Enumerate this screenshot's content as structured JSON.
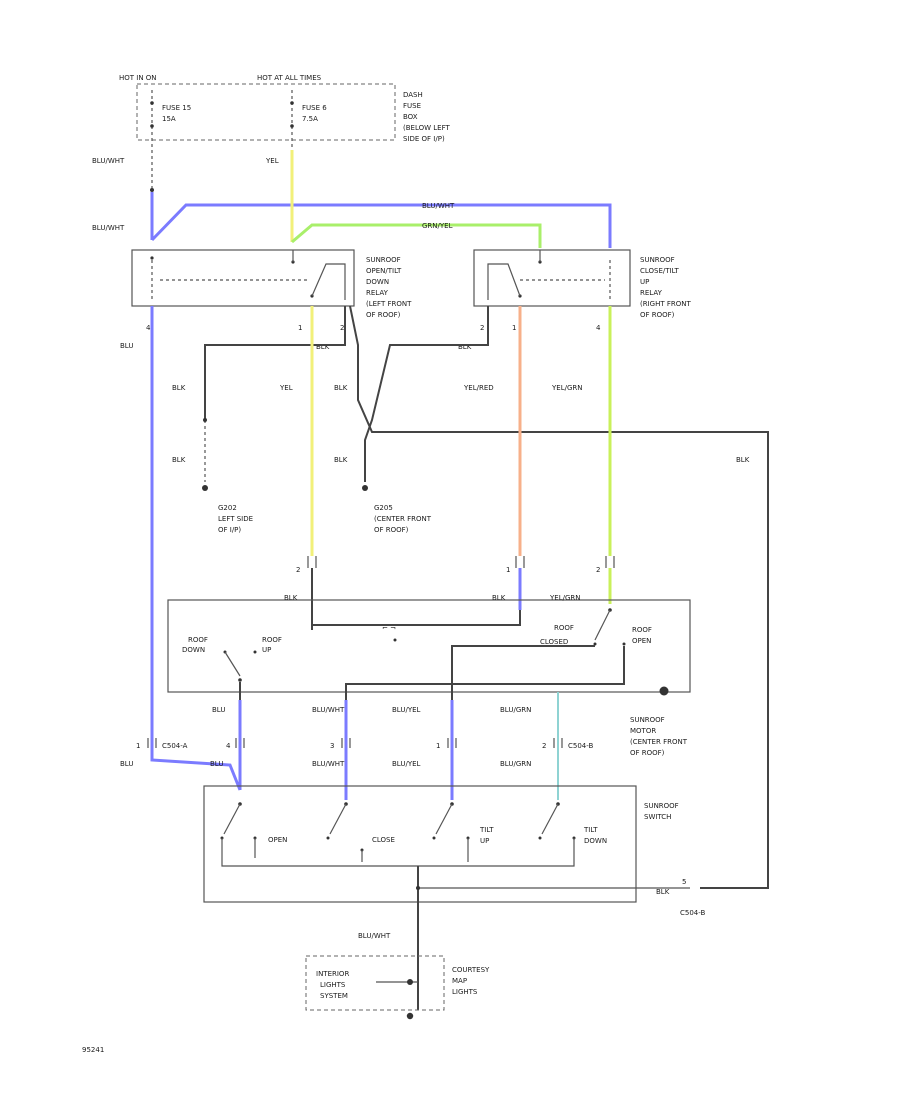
{
  "labels": {
    "hot_in_on": "HOT IN ON",
    "hot_at_all_times": "HOT AT ALL TIMES",
    "fuse_15": "FUSE 15",
    "fuse_15_amp": "15A",
    "fuse_6": "FUSE 6",
    "fuse_6_amp": "7.5A",
    "fuse_box_1": "DASH",
    "fuse_box_2": "FUSE",
    "fuse_box_3": "BOX",
    "fuse_box_4": "(BELOW LEFT",
    "fuse_box_5": "SIDE OF I/P)",
    "blu_wht_1": "BLU/WHT",
    "yel_1": "YEL",
    "blu_wht_2": "BLU/WHT",
    "blu_wht_top": "BLU/WHT",
    "grn_yel_top": "GRN/YEL",
    "relay_left_1": "SUNROOF",
    "relay_left_2": "OPEN/TILT",
    "relay_left_3": "DOWN",
    "relay_left_4": "RELAY",
    "relay_left_5": "(LEFT FRONT",
    "relay_left_6": "OF ROOF)",
    "relay_right_1": "SUNROOF",
    "relay_right_2": "CLOSE/TILT",
    "relay_right_3": "UP",
    "relay_right_4": "RELAY",
    "relay_right_5": "(RIGHT FRONT",
    "relay_right_6": "OF ROOF)",
    "pin_4_a": "4",
    "pin_1_a": "1",
    "pin_2_a": "2",
    "pin_2_b": "2",
    "pin_1_b": "1",
    "pin_4_b": "4",
    "blu_left": "BLU",
    "blk_pin2": "BLK",
    "blk_right_relay": "BLK",
    "blk_a": "BLK",
    "yel_2": "YEL",
    "blk_b": "BLK",
    "yel_red": "YEL/RED",
    "yel_grn": "YEL/GRN",
    "blk_c": "BLK",
    "blk_d": "BLK",
    "blk_far_right": "BLK",
    "ground_left_1": "G202",
    "ground_left_2": "LEFT SIDE",
    "ground_left_3": "OF I/P)",
    "ground_center_1": "G205",
    "ground_center_2": "(CENTER FRONT",
    "ground_center_3": "OF ROOF)",
    "motor_pin_2a": "2",
    "motor_pin_1": "1",
    "motor_pin_2b": "2",
    "blk_motor_1": "BLK",
    "blk_motor_2": "BLK",
    "yel_grn_motor": "YEL/GRN",
    "roof_down_1": "ROOF",
    "roof_down_2": "DOWN",
    "roof_up_1": "ROOF",
    "roof_up_2": "UP",
    "roof_closed_1": "ROOF",
    "roof_closed_2": "CLOSED",
    "roof_open_1": "ROOF",
    "roof_open_2": "OPEN",
    "motor_1": "SUNROOF",
    "motor_2": "MOTOR",
    "motor_3": "(CENTER FRONT",
    "motor_4": "OF ROOF)",
    "blu_sw": "BLU",
    "blu_wht_sw": "BLU/WHT",
    "blu_yel_sw": "BLU/YEL",
    "blu_grn_sw": "BLU/GRN",
    "sw_pin_1": "1",
    "c504a": "C504-A",
    "sw_pin_4": "4",
    "sw_pin_3": "3",
    "sw_pin_1b": "1",
    "sw_pin_2": "2",
    "c504b": "C504-B",
    "blu_lower": "BLU",
    "blu_wht_lower": "BLU/WHT",
    "blu_yel_lower": "BLU/YEL",
    "blu_grn_lower": "BLU/GRN",
    "blu_c": "BLU",
    "open": "OPEN",
    "close": "CLOSE",
    "tilt_up_1": "TILT",
    "tilt_up_2": "UP",
    "tilt_down_1": "TILT",
    "tilt_down_2": "DOWN",
    "switch_1": "SUNROOF",
    "switch_2": "SWITCH",
    "blk_sw_pin": "BLK",
    "sw_pin_5": "5",
    "c504_b2": "C504-B",
    "blu_wht_bottom": "BLU/WHT",
    "interior_1": "INTERIOR",
    "interior_2": "LIGHTS",
    "interior_3": "SYSTEM",
    "courtesy_1": "COURTESY",
    "courtesy_2": "MAP",
    "courtesy_3": "LIGHTS",
    "figure_id": "95241"
  }
}
